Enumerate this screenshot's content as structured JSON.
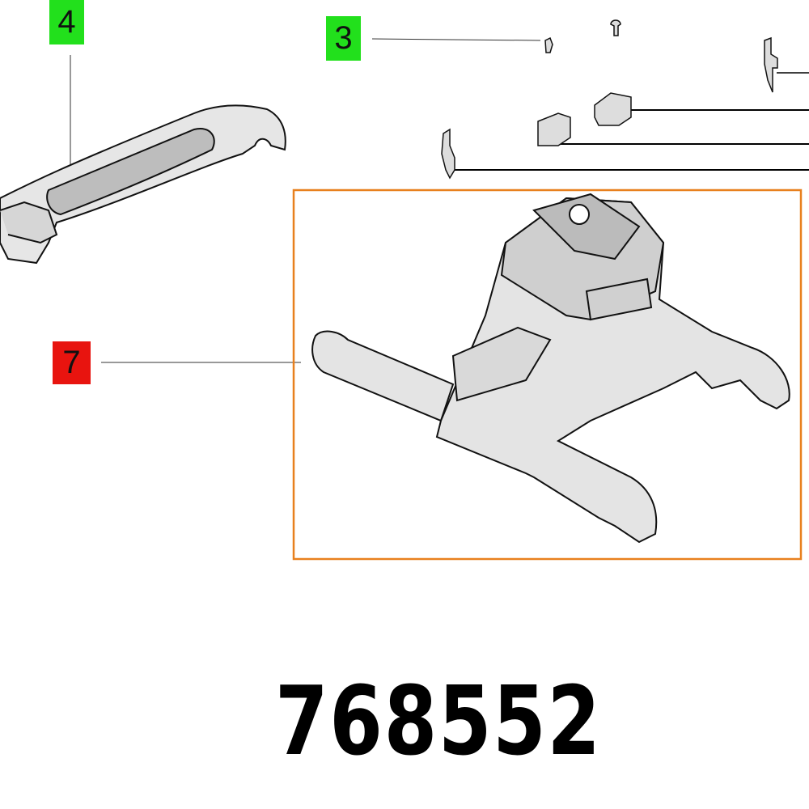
{
  "callouts": [
    {
      "label": "4",
      "color": "#22e01c"
    },
    {
      "label": "3",
      "color": "#22e01c"
    },
    {
      "label": "7",
      "color": "#e8140f"
    }
  ],
  "highlight_color": "#e8801e",
  "part_number": "768552"
}
